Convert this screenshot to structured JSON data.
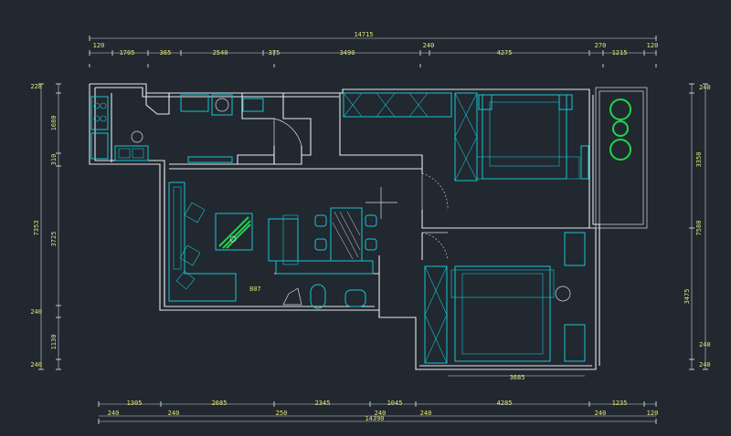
{
  "dimensions": {
    "top_total": "14715",
    "top": [
      "120",
      "1705",
      "365",
      "2540",
      "375",
      "3490",
      "240",
      "4275",
      "270",
      "1215",
      "120"
    ],
    "bottom_total": "14390",
    "bottom_upper": [
      "1305",
      "2685",
      "2345",
      "1045",
      "4285",
      "1235"
    ],
    "bottom_lower": [
      "240",
      "240",
      "250",
      "240",
      "240",
      "240",
      "120"
    ],
    "left_outer": "7353",
    "left_inner": [
      "228",
      "1680",
      "310",
      "3725",
      "240",
      "1130",
      "240"
    ],
    "right_outer": "7580",
    "right_inner": [
      "240",
      "3350",
      "3475",
      "240",
      "240"
    ],
    "inner": [
      "3685",
      "807"
    ]
  },
  "colors": {
    "background": "#212830",
    "wall": "#e6e9ea",
    "furniture": "#17c4cf",
    "dimension_text": "#e4e27a",
    "plants": "#1fd64a"
  }
}
